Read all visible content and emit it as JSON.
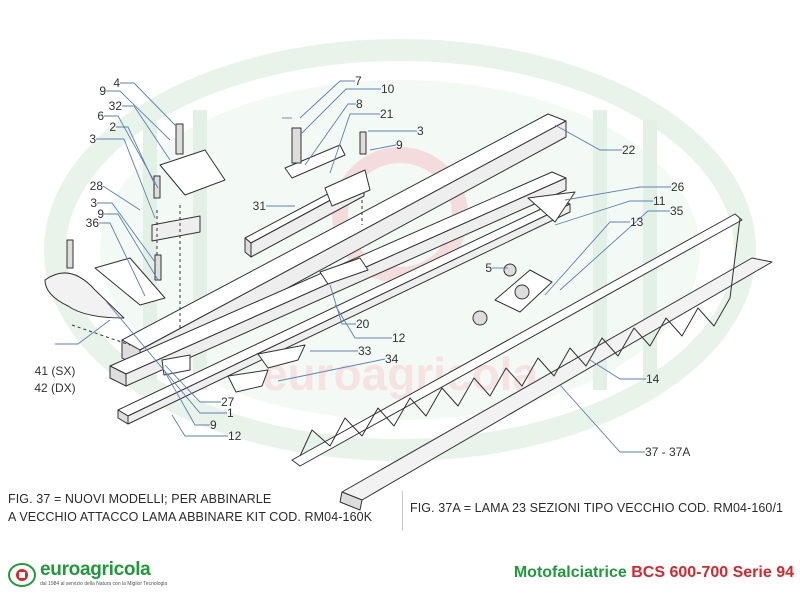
{
  "callouts": [
    {
      "label": "4"
    },
    {
      "label": "9"
    },
    {
      "label": "32"
    },
    {
      "label": "6"
    },
    {
      "label": "2"
    },
    {
      "label": "3"
    },
    {
      "label": "7"
    },
    {
      "label": "10"
    },
    {
      "label": "8"
    },
    {
      "label": "21"
    },
    {
      "label": "3"
    },
    {
      "label": "9"
    },
    {
      "label": "22"
    },
    {
      "label": "26"
    },
    {
      "label": "11"
    },
    {
      "label": "35"
    },
    {
      "label": "13"
    },
    {
      "label": "28"
    },
    {
      "label": "31"
    },
    {
      "label": "3"
    },
    {
      "label": "9"
    },
    {
      "label": "36"
    },
    {
      "label": "5"
    },
    {
      "label": "20"
    },
    {
      "label": "12"
    },
    {
      "label": "33"
    },
    {
      "label": "34"
    },
    {
      "label": "41 (SX)"
    },
    {
      "label": "42 (DX)"
    },
    {
      "label": "27"
    },
    {
      "label": "1"
    },
    {
      "label": "9"
    },
    {
      "label": "12"
    },
    {
      "label": "14"
    },
    {
      "label": "37 - 37A"
    }
  ],
  "captions": {
    "fig37_line1": "FIG. 37 = NUOVI MODELLI; PER ABBINARLE",
    "fig37_line2": "A VECCHIO ATTACCO LAMA ABBINARE KIT COD. RM04-160K",
    "fig37a": "FIG. 37A = LAMA 23 SEZIONI TIPO VECCHIO COD. RM04-160/1"
  },
  "watermark": {
    "text": "euroagricola"
  },
  "footer": {
    "logo_text": "euroagricola",
    "logo_tagline": "dal 1984 al servizio della Natura con la Miglior Tecnologia",
    "title_part1": "Motofalciatrice",
    "title_part2": "BCS 600-700 Serie 94"
  },
  "colors": {
    "leader": "#5b82b4",
    "label": "#333333",
    "brand_green": "#1f9a3a",
    "brand_red": "#d9262b",
    "watermark_green": "#e6f2e8"
  }
}
